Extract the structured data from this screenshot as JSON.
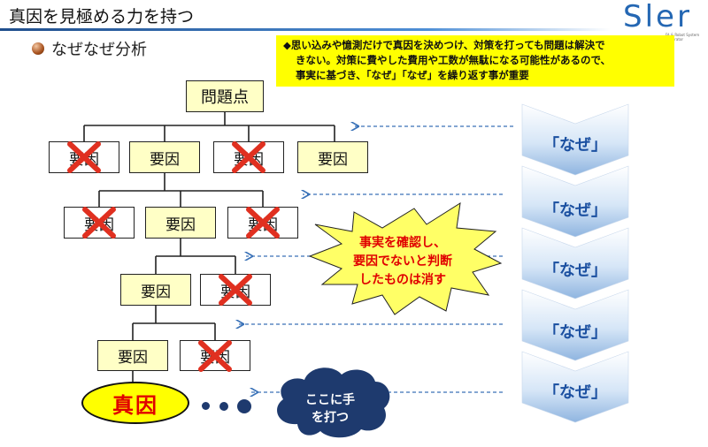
{
  "header": {
    "title": "真因を見極める力を持つ",
    "logo_text": "Sler",
    "logo_sub": "FA & Robot System Integrator"
  },
  "section": {
    "subtitle": "なぜなぜ分析"
  },
  "note": {
    "line1": "◆思い込みや憶測だけで真因を決めつけ、対策を打っても問題は解決で",
    "line2": "きない。対策に費やした費用や工数が無駄になる可能性があるので、",
    "line3": "事実に基づき、「なぜ」「なぜ」を繰り返す事が重要"
  },
  "tree": {
    "root": "問題点",
    "factor_label": "要因"
  },
  "naze": {
    "label": "「なぜ」",
    "levels": [
      "「なぜ」",
      "「なぜ」",
      "「なぜ」",
      "「なぜ」",
      "「なぜ」"
    ]
  },
  "burst": {
    "line1": "事実を確認し、",
    "line2": "要因でないと判断",
    "line3": "したものは消す"
  },
  "true_cause": "真因",
  "cloud": {
    "line1": "ここに手",
    "line2": "を打つ"
  },
  "colors": {
    "factor_fill": "#ffffc6",
    "cross": "#e03020",
    "arrow_blue": "#1a4fa0",
    "burst_fill": "#ffff66",
    "cloud_fill": "#1e3a6e"
  }
}
